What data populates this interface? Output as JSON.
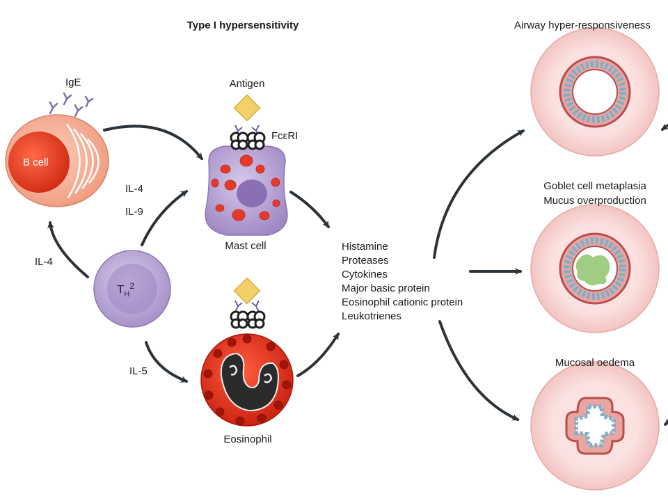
{
  "title": "Type I hypersensitivity",
  "cells": {
    "b_cell": "B cell",
    "th2": {
      "main": "T",
      "sub": "H",
      "sup": "2"
    },
    "mast_cell": "Mast cell",
    "eosinophil": "Eosinophil"
  },
  "labels": {
    "ige": "IgE",
    "antigen": "Antigen",
    "receptor": "FcεRI",
    "il4_left": "IL-4",
    "il4_upper": "IL-4",
    "il9": "IL-9",
    "il5": "IL-5"
  },
  "mediators": [
    "Histamine",
    "Proteases",
    "Cytokines",
    "Major basic protein",
    "Eosinophil cationic protein",
    "Leukotrienes"
  ],
  "outcomes": {
    "top": "Airway hyper-responsiveness",
    "middle_line1": "Goblet cell metaplasia",
    "middle_line2": "Mucus overproduction",
    "bottom": "Mucosal oedema"
  },
  "colors": {
    "b_cell_outer": "#f6b29a",
    "b_cell_nucleus": "#e8391f",
    "th2": "#b9a6d6",
    "mast_cell": "#b79fd2",
    "granule_red": "#e5392b",
    "eosinophil": "#e8391f",
    "nucleus_dark": "#2b2b2b",
    "antigen": "#f4d06a",
    "airway_outer": "#f6d3d1",
    "airway_ring": "#cc5a5a",
    "mucus_green": "#8fc46f",
    "arrow": "#2c3338"
  }
}
